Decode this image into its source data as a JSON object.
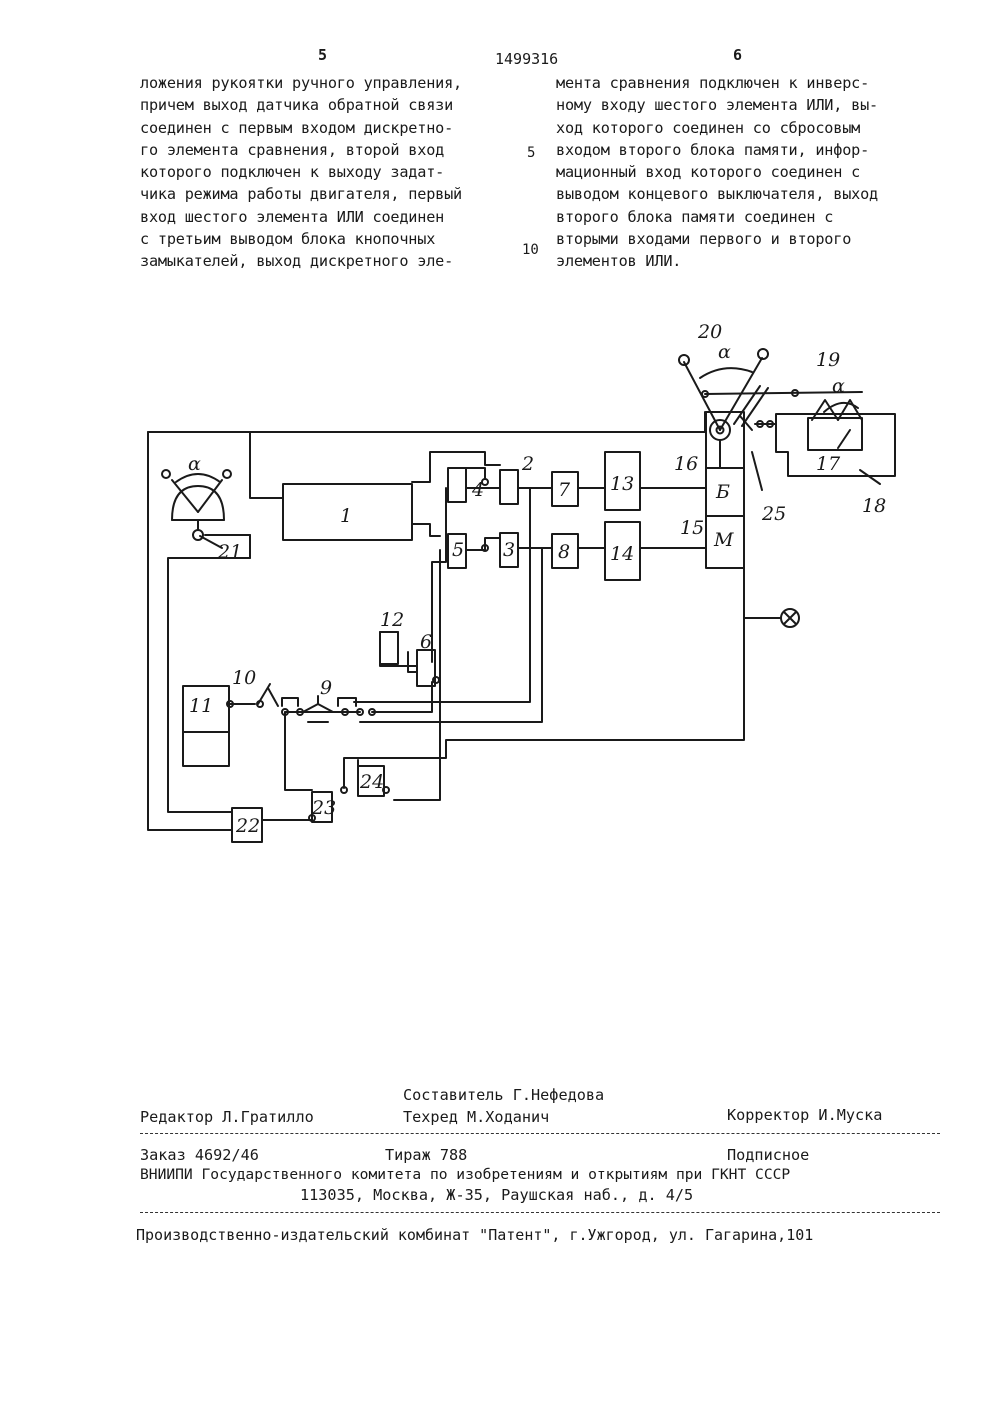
{
  "header": {
    "page_left": "5",
    "patent_number": "1499316",
    "page_right": "6"
  },
  "left_column": [
    "ложения рукоятки ручного управления,",
    "причем выход датчика обратной связи",
    "соединен с первым входом дискретно-",
    "го элемента сравнения, второй вход",
    "которого подключен к выходу задат-",
    "чика режима работы двигателя, первый",
    "вход шестого элемента ИЛИ соединен",
    "с третьим выводом блока кнопочных",
    "замыкателей, выход дискретного эле-"
  ],
  "right_column": [
    "мента сравнения подключен к инверс-",
    "ному входу шестого элемента ИЛИ, вы-",
    "ход которого соединен со сбросовым",
    "входом второго блока памяти, инфор-",
    "мационный вход которого соединен с",
    "выводом концевого выключателя, выход",
    "второго  блока  памяти  соединен с",
    "вторыми  входами первого и второго",
    "элементов ИЛИ."
  ],
  "line_markers": {
    "five": "5",
    "ten": "10"
  },
  "diagram": {
    "labels": {
      "b1": "1",
      "b2": "2",
      "b3": "3",
      "b4": "4",
      "b5": "5",
      "b6": "6",
      "b7": "7",
      "b8": "8",
      "b9": "9",
      "b10": "10",
      "b11": "11",
      "b12": "12",
      "b13": "13",
      "b14": "14",
      "b15": "15",
      "b16": "16",
      "b17": "17",
      "b18": "18",
      "b19": "19",
      "b20": "20",
      "b21": "21",
      "b22": "22",
      "b23": "23",
      "b24": "24",
      "b25": "25",
      "block_b": "Б",
      "block_m": "М",
      "alpha": "α"
    }
  },
  "footer": {
    "compiler": "Составитель Г.Нефедова",
    "editor": "Редактор Л.Гратилло",
    "techred": "Техред М.Ходанич",
    "corrector": "Корректор И.Муска",
    "order": "Заказ 4692/46",
    "circulation": "Тираж 788",
    "subscription": "Подписное",
    "org_line": "ВНИИПИ Государственного комитета по изобретениям и открытиям при ГКНТ СССР",
    "address": "113035, Москва, Ж-35, Раушская наб., д. 4/5",
    "publisher": "Производственно-издательский комбинат \"Патент\", г.Ужгород, ул. Гагарина,101"
  }
}
